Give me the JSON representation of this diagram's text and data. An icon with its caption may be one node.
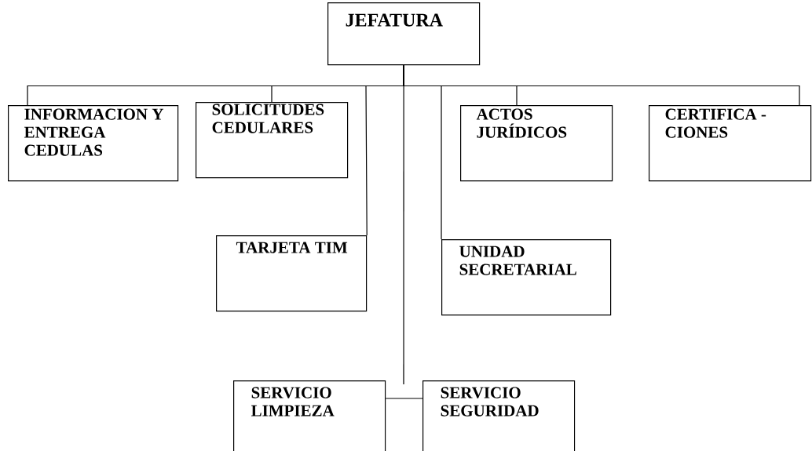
{
  "diagram": {
    "nodes": [
      {
        "text": [
          "JEFATURA"
        ]
      },
      {
        "text": [
          "INFORMACION Y ENTREGA CEDULAS"
        ]
      },
      {
        "text": [
          "SOLICITUDES CEDULARES"
        ]
      },
      {
        "text": [
          "ACTOS JURÍDICOS"
        ]
      },
      {
        "text": [
          "CERTIFICA - CIONES"
        ]
      },
      {
        "text": [
          "TARJETA TIM"
        ]
      },
      {
        "text": [
          "UNIDAD SECRETARIAL"
        ]
      },
      {
        "text": [
          "SERVICIO LIMPIEZA"
        ]
      },
      {
        "text": [
          "SERVICIO SEGURIDAD"
        ]
      }
    ],
    "edges": [
      {
        "from": 0,
        "to": 1,
        "arrow": "none"
      },
      {
        "from": 0,
        "to": 2,
        "arrow": "none"
      },
      {
        "from": 0,
        "to": 3,
        "arrow": "none"
      },
      {
        "from": 0,
        "to": 4,
        "arrow": "none"
      },
      {
        "from": 0,
        "to": 5,
        "arrow": "none"
      },
      {
        "from": 0,
        "to": 6,
        "arrow": "none"
      },
      {
        "from": 0,
        "to": null,
        "arrow": "none"
      },
      {
        "from": 7,
        "to": 8,
        "arrow": "none"
      }
    ]
  }
}
